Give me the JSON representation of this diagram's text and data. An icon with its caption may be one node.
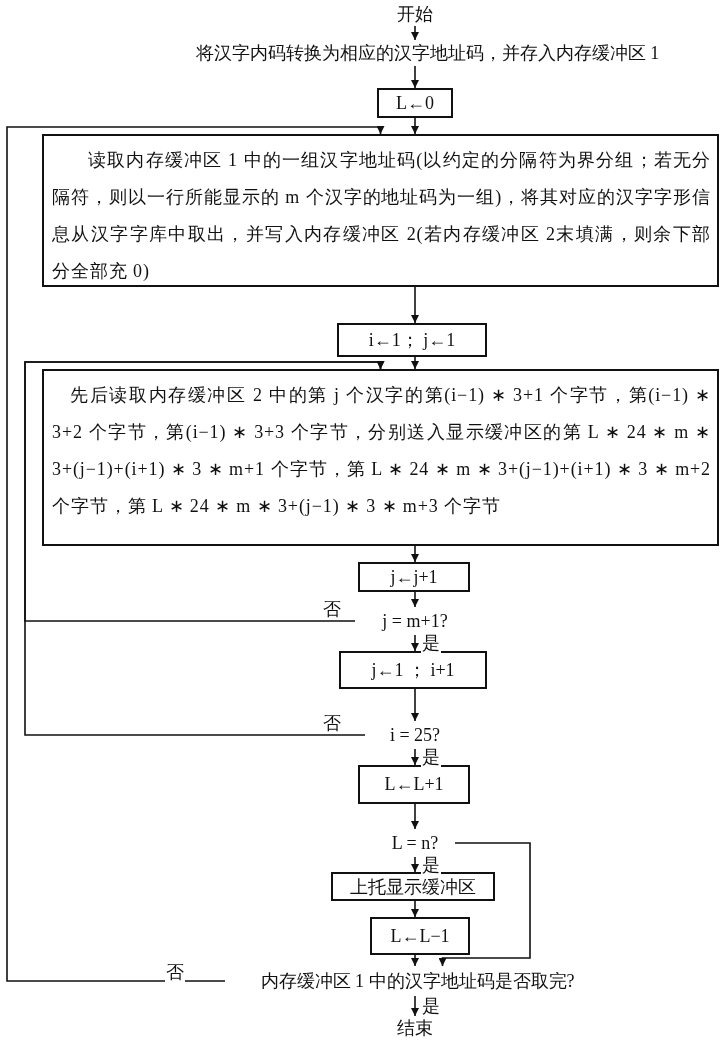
{
  "diagram": {
    "nodes": [
      {
        "text": [
          "开始"
        ]
      },
      {
        "text": [
          "将汉字内码转换为相应的汉字地址码，并存入内存缓冲区 1"
        ]
      },
      {
        "text": [
          "L←0"
        ]
      },
      {
        "text": [
          "读取内存缓冲区 1 中的一组汉字地址码(以约定的分隔符为界分组；若无分隔符，则以一行所能显示的 m 个汉字的地址码为一组)，将其对应的汉字字形信息从汉字字库中取出，并写入内存缓冲区 2(若内存缓冲区 2末填满，则余下部分全部充 0)"
        ]
      },
      {
        "text": [
          "i←1； j←1"
        ]
      },
      {
        "text": [
          "先后读取内存缓冲区 2 中的第 j 个汉字的第(i−1) ∗ 3+1 个字节，第(i−1) ∗ 3+2 个字节，第(i−1) ∗ 3+3 个字节，分别送入显示缓冲区的第 L ∗ 24 ∗ m ∗ 3+(j−1)+(i+1) ∗ 3 ∗ m+1 个字节，第 L ∗ 24 ∗ m ∗ 3+(j−1)+(i+1) ∗ 3 ∗ m+2 个字节，第 L ∗ 24 ∗ m ∗ 3+(j−1) ∗ 3 ∗ m+3 个字节"
        ]
      },
      {
        "text": [
          "j←j+1"
        ]
      },
      {
        "text": [
          "j = m+1?"
        ]
      },
      {
        "text": [
          "j←1 ； i+1"
        ]
      },
      {
        "text": [
          "i = 25?"
        ]
      },
      {
        "text": [
          "L←L+1"
        ]
      },
      {
        "text": [
          "L = n?"
        ]
      },
      {
        "text": [
          "上托显示缓冲区"
        ]
      },
      {
        "text": [
          "L←L−1"
        ]
      },
      {
        "text": [
          "内存缓冲区 1 中的汉字地址码是否取完?"
        ]
      },
      {
        "text": [
          "结束"
        ]
      }
    ],
    "edges": [
      {
        "from": 0,
        "to": 1,
        "arrow": "to"
      },
      {
        "from": 1,
        "to": 2,
        "arrow": "to"
      },
      {
        "from": 2,
        "to": 3,
        "arrow": "to"
      },
      {
        "from": 3,
        "to": 4,
        "arrow": "to"
      },
      {
        "from": 4,
        "to": 5,
        "arrow": "to"
      },
      {
        "from": 5,
        "to": 6,
        "arrow": "to"
      },
      {
        "from": 6,
        "to": 7,
        "arrow": "to"
      },
      {
        "from": 7,
        "to": 8,
        "arrow": "to",
        "label": "是"
      },
      {
        "from": 7,
        "to": 5,
        "arrow": "to",
        "label": "否"
      },
      {
        "from": 8,
        "to": 9,
        "arrow": "to"
      },
      {
        "from": 9,
        "to": 10,
        "arrow": "to",
        "label": "是"
      },
      {
        "from": 9,
        "to": 5,
        "arrow": "to",
        "label": "否"
      },
      {
        "from": 10,
        "to": 11,
        "arrow": "to"
      },
      {
        "from": 11,
        "to": 12,
        "arrow": "to",
        "label": "是"
      },
      {
        "from": 12,
        "to": 13,
        "arrow": "to"
      },
      {
        "from": 13,
        "to": 14,
        "arrow": "to"
      },
      {
        "from": 11,
        "to": 14,
        "arrow": "to"
      },
      {
        "from": 14,
        "to": 3,
        "arrow": "to",
        "label": "否"
      },
      {
        "from": 14,
        "to": 15,
        "arrow": "to",
        "label": "是"
      }
    ]
  }
}
